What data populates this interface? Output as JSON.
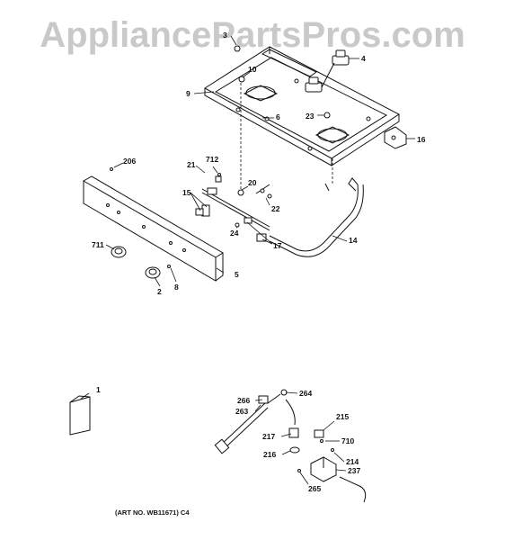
{
  "watermark": "AppliancePartsPros.com",
  "art_number": "(ART NO. WB11671) C4",
  "callouts": {
    "c1": "1",
    "c2": "2",
    "c3": "3",
    "c4": "4",
    "c5": "5",
    "c6": "6",
    "c8": "8",
    "c9": "9",
    "c10": "10",
    "c14": "14",
    "c15": "15",
    "c16": "16",
    "c17": "17",
    "c20": "20",
    "c21": "21",
    "c22": "22",
    "c23": "23",
    "c24": "24",
    "c206": "206",
    "c214": "214",
    "c215": "215",
    "c216": "216",
    "c217": "217",
    "c237": "237",
    "c263": "263",
    "c264": "264",
    "c265": "265",
    "c266": "266",
    "c710": "710",
    "c711": "711",
    "c712": "712"
  }
}
